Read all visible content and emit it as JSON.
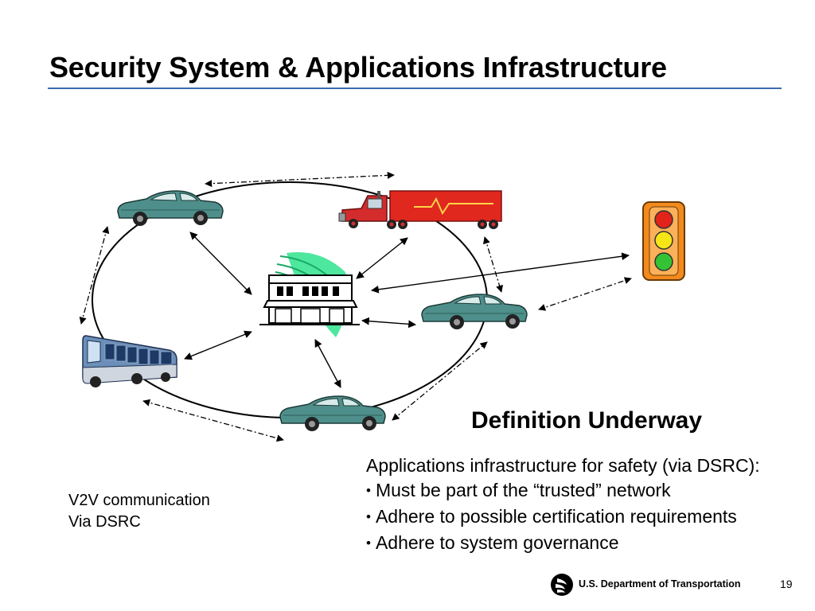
{
  "slide": {
    "title": "Security System & Applications Infrastructure",
    "page_number": "19"
  },
  "colors": {
    "title_rule": "#3d6bb3",
    "car_body": "#4f8f8b",
    "truck_cab": "#d42c2c",
    "trailer": "#e0281e",
    "bus_body": "#6b8fb8",
    "building_highlight": "#2ee38c",
    "traffic_light_housing": "#f28a1d"
  },
  "diagram": {
    "nodes": [
      {
        "id": "car-top-left",
        "kind": "car",
        "icon": "car-icon"
      },
      {
        "id": "truck-top-right",
        "kind": "truck",
        "icon": "truck-icon"
      },
      {
        "id": "bus-left",
        "kind": "bus",
        "icon": "bus-icon"
      },
      {
        "id": "car-right",
        "kind": "car",
        "icon": "car-icon"
      },
      {
        "id": "car-bottom",
        "kind": "car",
        "icon": "car-icon"
      },
      {
        "id": "building-center",
        "kind": "roadside infrastructure",
        "icon": "building-icon"
      },
      {
        "id": "traffic-light",
        "kind": "traffic signal",
        "icon": "traffic-light-icon"
      }
    ],
    "v2v_caption_line1": "V2V communication",
    "v2v_caption_line2": "Via DSRC"
  },
  "definition": {
    "heading": "Definition Underway",
    "intro": "Applications infrastructure for safety (via DSRC):",
    "bullets": [
      "Must be part of the “trusted” network",
      "Adhere to possible certification requirements",
      "Adhere to system governance"
    ]
  },
  "footer": {
    "department": "U.S. Department of Transportation",
    "logo_icon": "dot-logo-icon"
  }
}
